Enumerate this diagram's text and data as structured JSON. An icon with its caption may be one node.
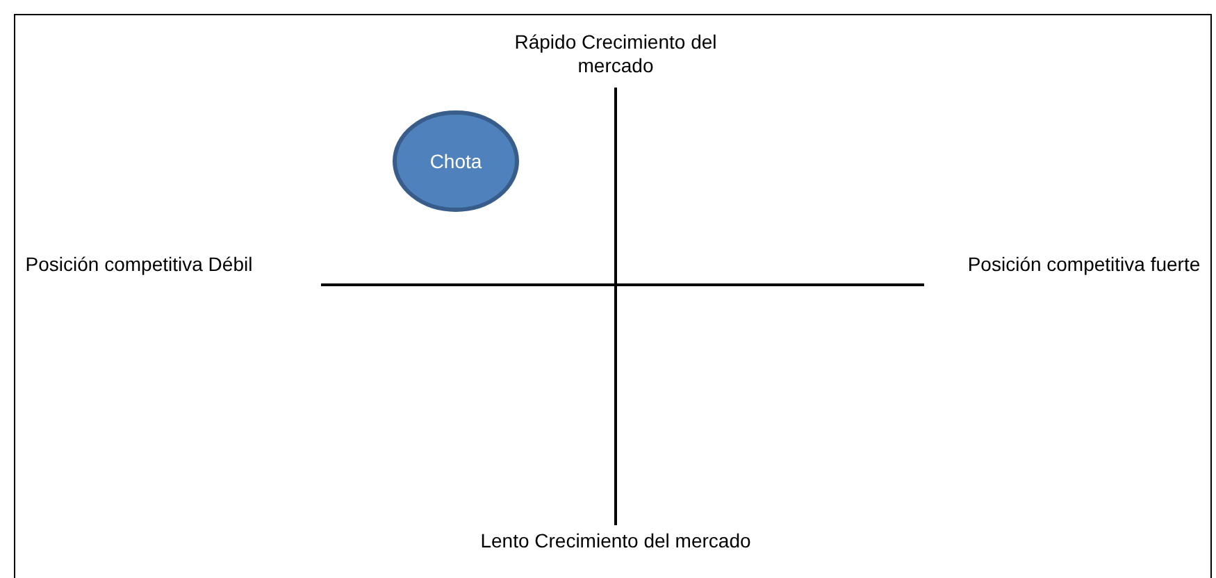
{
  "diagram": {
    "nodes": [
      {
        "text": [
          "Chota"
        ]
      }
    ],
    "labels": [
      "Rápido Crecimiento del mercado",
      "Posición competitiva Débil",
      "Posición competitiva fuerte",
      "Lento Crecimiento del mercado"
    ]
  }
}
